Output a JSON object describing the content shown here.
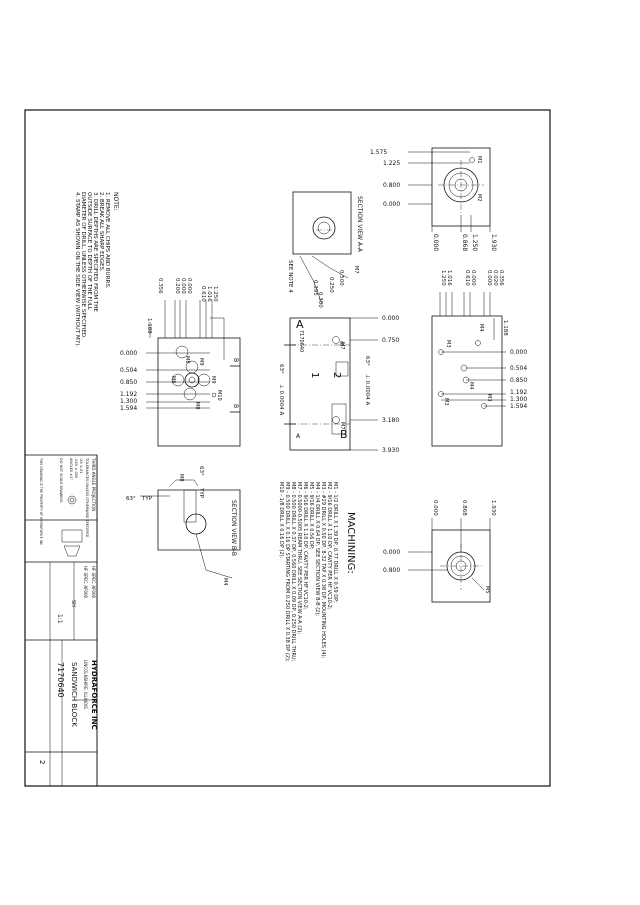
{
  "drawing": {
    "machining_title": "MACHINING:",
    "machining_notes": [
      "M1 - 1/2 DRILL X 1.39 DP, 0.77 DRILL X 0.59 DP;",
      "M2 - 9/16 DRILL X 1.10 DP, CAVITY PER HF VC10-2;",
      "M3 - #29 DRILL X 0.50 DP, 8-32 TAP X 0.38 DP, MOUNTING HOLES (4);",
      "M4 - 1/4 DRILL X 0.64 DP, SEE SECTION VIEW B-B (2);",
      "M5 - 9/16 DRILL X 0.56 DP;",
      "M6 - 9/16 DRILL X 1.10 DP, CAVITY PER HF VC10-2;",
      "M7 - 0.5000-0.5005 REAM THRU, SEE SECTION VIEW A-A (2);",
      "M8 - 0.500 DRILL X 0.37 DP, 0.560 DRILL X 0.09 DP, 0.250 DRILL THRU;",
      "M9 - 0.500 DRILL X 0.16 DP STARTING FROM 0.250 DRILL X 0.38 DP (2);",
      "M10 - 1/8 DRILL X 0.16 DP (2)."
    ],
    "notes_title": "NOTE:",
    "notes": [
      "1. REMOVE ALL CHIPS AND BURRS.",
      "2. BREAK ALL SHARP EDGES.",
      "3. DRILL DEPTHS ARE SPECIFIED FROM THE",
      "   OUTSIDE SURFACE TO DEPTH OF THE FULL",
      "   DIAMETER OF DRILL, UNLESS OTHERWISE SPECIFIED.",
      "4. STAMP AS SHOWN ON THE SIDE VIEW (WITHOUT M7)."
    ],
    "section_aa": "SECTION VIEW A-A",
    "section_bb": "SECTION VIEW B-B",
    "see_note": "SEE NOTE 4",
    "stamp_text": "7170640",
    "stamp_digits": [
      "1",
      "2"
    ],
    "view_letters": [
      "A",
      "A",
      "B",
      "B"
    ],
    "angle_label": "63°",
    "typ_label": "TYP",
    "flatness_note": "⊥ 0.0004 A",
    "top_view_dims": [
      "1.575",
      "1.225",
      "0.800",
      "0.000",
      "0.000",
      "0.868",
      "1.250",
      "1.930"
    ],
    "top_view_marks": [
      "M1",
      "M2"
    ],
    "front_view_dims": [
      "0.000",
      "0.750",
      "3.180",
      "3.930"
    ],
    "front_view_marks": [
      "M7",
      "M7",
      "M7"
    ],
    "left_view_dims_x": [
      "1.250",
      "1.016",
      "0.610",
      "0.000",
      "0.000",
      "0.200",
      "0.356"
    ],
    "left_view_dims_y": [
      "0.000",
      "0.504",
      "0.850",
      "1.192",
      "1.300",
      "1.594"
    ],
    "left_view_marks": [
      "M8",
      "M9",
      "M6",
      "M9",
      "M10",
      "M8"
    ],
    "right_view_dims_x": [
      "0.356",
      "0.020",
      "0.000",
      "0.000",
      "0.610",
      "1.016",
      "1.250"
    ],
    "right_view_dims_y": [
      "0.000",
      "0.504",
      "0.850",
      "1.192",
      "1.300",
      "1.594"
    ],
    "right_view_marks": [
      "M3",
      "M4",
      "M4",
      "M3",
      "M3"
    ],
    "width_mark": "1.188",
    "bottom_view_dims": [
      "0.000",
      "0.868",
      "1.930",
      "0.000",
      "0.800"
    ],
    "bottom_view_marks": [
      "M5"
    ],
    "section_bb_marks": [
      "M8",
      "M4"
    ],
    "section_aa_dims": [
      "0.500",
      "0.250",
      "0.395",
      "0.300"
    ],
    "title_block": {
      "company": "HYDRAFORCE INC",
      "location": "LINCOLNSHIRE, ILLINOIS",
      "part_name": "SANDWICH BLOCK",
      "drawing_number": "7170640",
      "material": "HF SPEC. AF000",
      "finish": "HF SPEC. AF000",
      "scale": "1:1",
      "sheet": "2",
      "size": "SH",
      "projection": "THIRD ANGLE PROJECTION",
      "tolerance_header": "TOLERANCES UNLESS OTHERWISE SPECIFIED",
      "tolerance_lines": [
        ".XX ±.01",
        ".XXX ±.005",
        "ANGLES ±1°"
      ],
      "do_not_scale": "DO NOT SCALE DRAWING",
      "proprietary": "THIS DRAWING IS THE PROPERTY OF HYDRAFORCE INC"
    }
  }
}
